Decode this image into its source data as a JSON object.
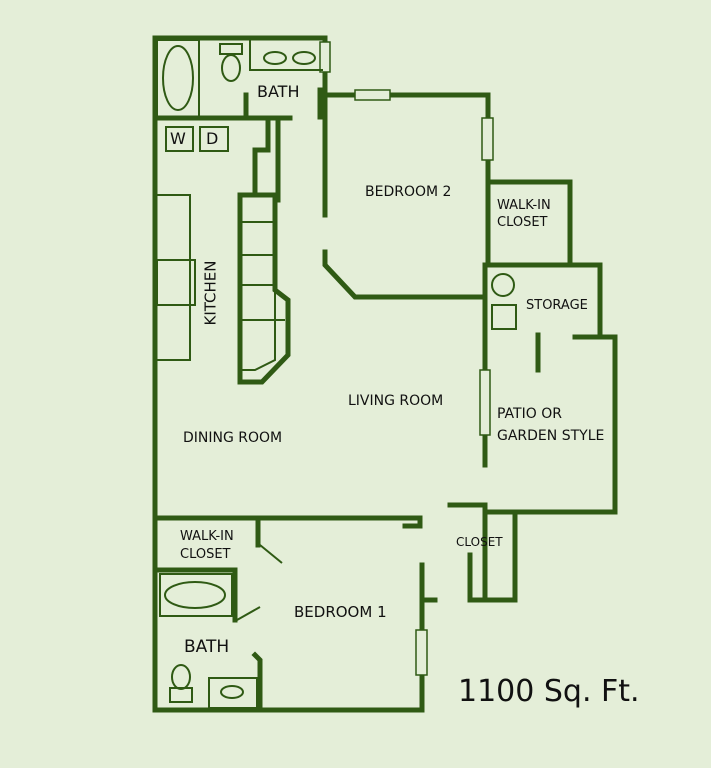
{
  "rooms": {
    "bath_top": "BATH",
    "washer": "W",
    "dryer": "D",
    "bedroom2": "BEDROOM 2",
    "walkin_closet_top_line1": "WALK-IN",
    "walkin_closet_top_line2": "CLOSET",
    "kitchen": "KITCHEN",
    "storage": "STORAGE",
    "living_room": "LIVING ROOM",
    "patio_line1": "PATIO OR",
    "patio_line2": "GARDEN STYLE",
    "dining_room": "DINING ROOM",
    "closet": "CLOSET",
    "walkin_closet_bottom_line1": "WALK-IN",
    "walkin_closet_bottom_line2": "CLOSET",
    "bedroom1": "BEDROOM 1",
    "bath_bottom": "BATH"
  },
  "area_label": "1100 Sq. Ft.",
  "colors": {
    "wall": "#2f5a14",
    "background": "#e4eed8"
  }
}
